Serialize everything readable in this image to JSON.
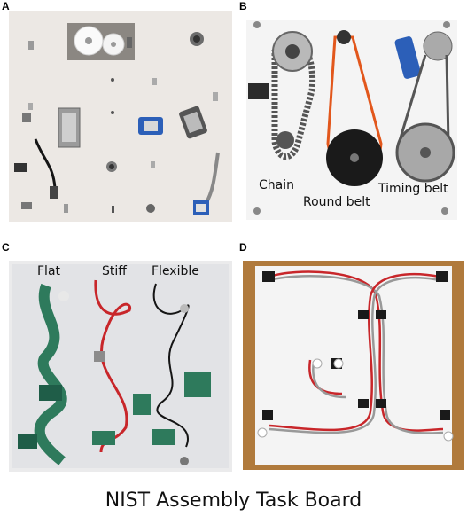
{
  "caption": "NIST Assembly Task Board",
  "panels": {
    "a": {
      "label": "A"
    },
    "b": {
      "label": "B",
      "chain": "Chain",
      "round_belt": "Round belt",
      "timing_belt": "Timing belt"
    },
    "c": {
      "label": "C",
      "flat": "Flat",
      "stiff": "Stiff",
      "flexible": "Flexible"
    },
    "d": {
      "label": "D"
    }
  },
  "colors": {
    "board_a": "#ece8e4",
    "board_b": "#f6f6f6",
    "board_c": "#ebebec",
    "board_d": "#f4f4f4",
    "wood": "#b07a3c",
    "belt_orange": "#e2571c",
    "cable_green": "#2e7a5c",
    "wire_red": "#c8262a",
    "blue_part": "#2c5fb8"
  }
}
